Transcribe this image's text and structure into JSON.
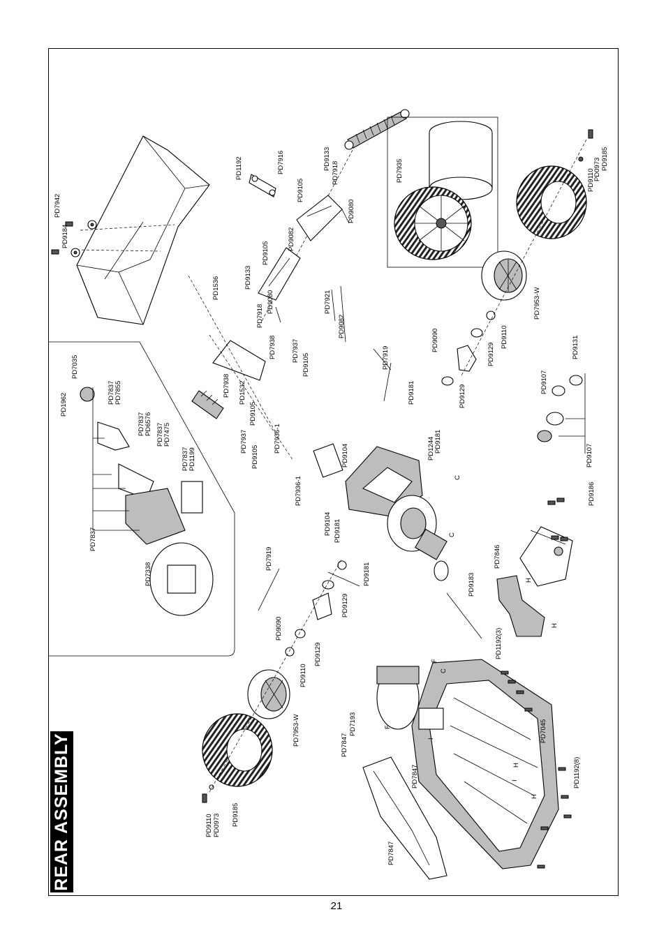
{
  "page": {
    "title": "REAR ASSEMBLY",
    "page_number": "21"
  },
  "labels": {
    "l_pd7942": "PD7942",
    "l_pd9184": "PD9184",
    "l_pd1192_top": "PD1192",
    "l_pd7916": "PD7916",
    "l_pd9133_a": "PD9133",
    "l_pd7918_a": "PD7918",
    "l_pd9105_a": "PD9105",
    "l_pd9082_a": "PD9082",
    "l_pd9080_a": "PD9080",
    "l_pd9105_b": "PD9105",
    "l_pd9133_b": "PD9133",
    "l_pd7918_b": "PD7918",
    "l_pd9080_b": "PD9080",
    "l_pd1536": "PD1536",
    "l_pd7935": "PD7935",
    "l_pd9110_tr": "PD9110",
    "l_pd0973_tr": "PD0973",
    "l_pd9185_tr": "PD9185",
    "l_pd7953w_tr": "PD7953-W",
    "l_pd9110_r": "PD9110",
    "l_pd9129_r": "PD9129",
    "l_pd9090_r": "PD9090",
    "l_pd7921": "PD7921",
    "l_pd9082_b": "PD9082",
    "l_pd7938_a": "PD7938",
    "l_pd7937_a": "PD7937",
    "l_pd9105_c": "PD9105",
    "l_pd7919_r": "PD7919",
    "l_pd9181_r": "PD9181",
    "l_pd9129_r2": "PD9129",
    "l_pd9181_r2": "PD9181",
    "l_pd1244": "PD1244",
    "l_pd9107_a": "PD9107",
    "l_pd9131": "PD9131",
    "l_pd9107_b": "PD9107",
    "l_pd9186": "PD9186",
    "l_pd7846": "PD7846",
    "l_pd9183": "PD9183",
    "l_pd1962": "PD1962",
    "l_pd7035": "PD7035",
    "l_pd7837_a": "PD7837",
    "l_pd7855": "PD7855",
    "l_pd7837_b": "PD7837",
    "l_pd6576": "PD6576",
    "l_pd7837_c": "PD7837",
    "l_pd7475": "PD7475",
    "l_pd7837_d": "PD7837",
    "l_pd1199": "PD1199",
    "l_pd7837_e": "PD7837",
    "l_pd7338": "PD7338",
    "l_pd7938_b": "PD7938",
    "l_pd1532": "PD1532",
    "l_pd9105_d": "PD9105",
    "l_pd7937_b": "PD7937",
    "l_pd7936_1a": "PD7936-1",
    "l_pd9105_e": "PD9105",
    "l_pd7936_1b": "PD7936-1",
    "l_pd9104_a": "PD9104",
    "l_pd9104_b": "PD9104",
    "l_pd9181_l": "PD9181",
    "l_pd9181_l2": "PD9181",
    "l_pd7919_l": "PD7919",
    "l_pd9129_l": "PD9129",
    "l_pd9090_l": "PD9090",
    "l_pd9129_l2": "PD9129",
    "l_pd9110_l": "PD9110",
    "l_pd7953w_l": "PD7953-W",
    "l_pd9110_bl": "PD9110",
    "l_pd0973_bl": "PD0973",
    "l_pd9185_bl": "PD9185",
    "l_pd1192_3": "PD1192(3)",
    "l_pd7045": "PD7045",
    "l_pd1192_8": "PD1192(8)",
    "l_pd7847_a": "PD7847",
    "l_pd7193": "PD7193",
    "l_pd7847_b": "PD7847",
    "l_pd7847_c": "PD7847",
    "l_c1": "C",
    "l_c2": "C",
    "l_c3": "C",
    "l_f1": "F",
    "l_f2": "F",
    "l_h1": "H",
    "l_h2": "H",
    "l_h3": "H",
    "l_h4": "H",
    "l_i1": "I",
    "l_i2": "I"
  }
}
